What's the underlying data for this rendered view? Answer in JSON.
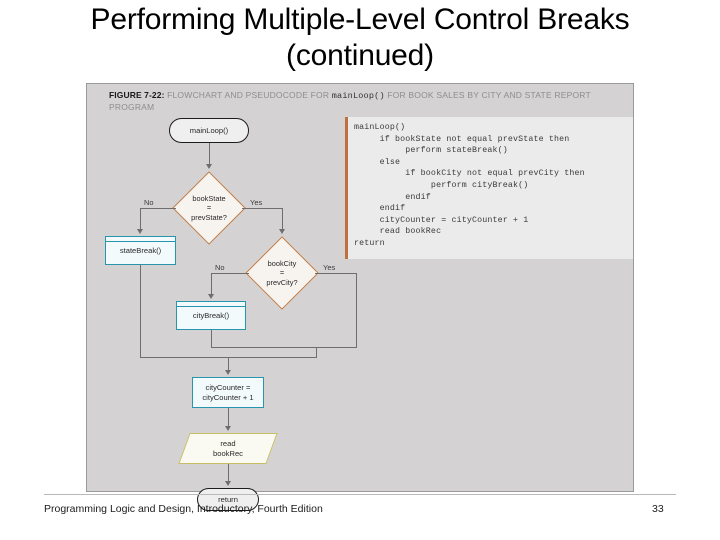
{
  "slide": {
    "title": "Performing Multiple-Level Control Breaks (continued)"
  },
  "figure": {
    "label": "FIGURE 7-22:",
    "caption_part1": " FLOWCHART AND PSEUDOCODE FOR ",
    "caption_mono": "mainLoop()",
    "caption_part2": " FOR BOOK SALES BY CITY AND STATE REPORT PROGRAM",
    "panel_bg": "#d4d2d2",
    "accent_bar_color": "#c0703a"
  },
  "pseudocode": {
    "text": "mainLoop()\n     if bookState not equal prevState then\n          perform stateBreak()\n     else\n          if bookCity not equal prevCity then\n               perform cityBreak()\n          endif\n     endif\n     cityCounter = cityCounter + 1\n     read bookRec\nreturn"
  },
  "flowchart": {
    "nodes": {
      "start_terminator": "mainLoop()",
      "decision_state": {
        "line1": "bookState",
        "line2": "=",
        "line3": "prevState?"
      },
      "state_break": "stateBreak()",
      "decision_city": {
        "line1": "bookCity",
        "line2": "=",
        "line3": "prevCity?"
      },
      "city_break": "cityBreak()",
      "counter_process": {
        "line1": "cityCounter =",
        "line2": "cityCounter + 1"
      },
      "read_io": {
        "line1": "read",
        "line2": "bookRec"
      },
      "end_terminator": "return"
    },
    "branch_labels": {
      "state_no": "No",
      "state_yes": "Yes",
      "city_no": "No",
      "city_yes": "Yes"
    },
    "colors": {
      "decision_border": "#c07a44",
      "process_border": "#2695ad",
      "io_border": "#c7bd63",
      "terminator_border": "#1c1c1c",
      "connector": "#6e6e6e"
    }
  },
  "footer": {
    "text": "Programming Logic and Design, Introductory, Fourth Edition",
    "page_number": "33"
  }
}
